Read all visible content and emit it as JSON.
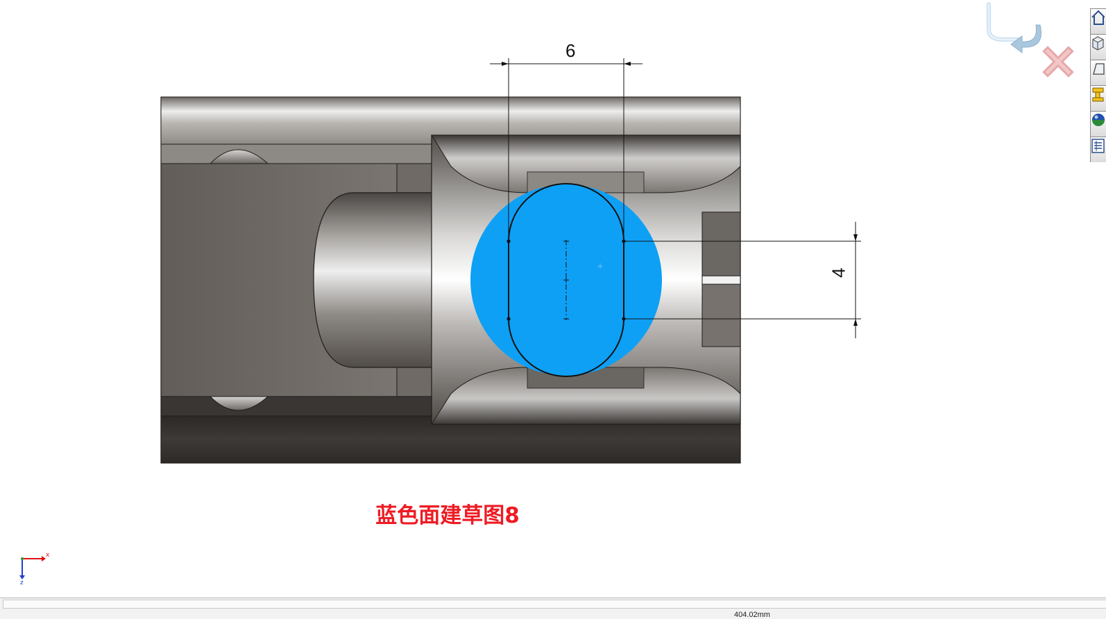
{
  "caption": "蓝色面建草图8",
  "dimensions": {
    "horizontal": "6",
    "vertical": "4"
  },
  "axis_triad": {
    "x_label": "x",
    "z_label": "z"
  },
  "status_bar": {
    "measure": "404.02mm"
  },
  "colors": {
    "sketch_face": "#0ea0f5",
    "caption": "#ed1c24",
    "part_dark": "#3a3634",
    "part_mid": "#6f6a66"
  },
  "icons": {
    "confirm": "undo-arrow-icon",
    "cancel": "close-icon",
    "toolbar": [
      "home-view-icon",
      "view-cube-icon",
      "normal-to-icon",
      "section-view-icon",
      "appearance-icon",
      "display-pane-icon"
    ]
  }
}
